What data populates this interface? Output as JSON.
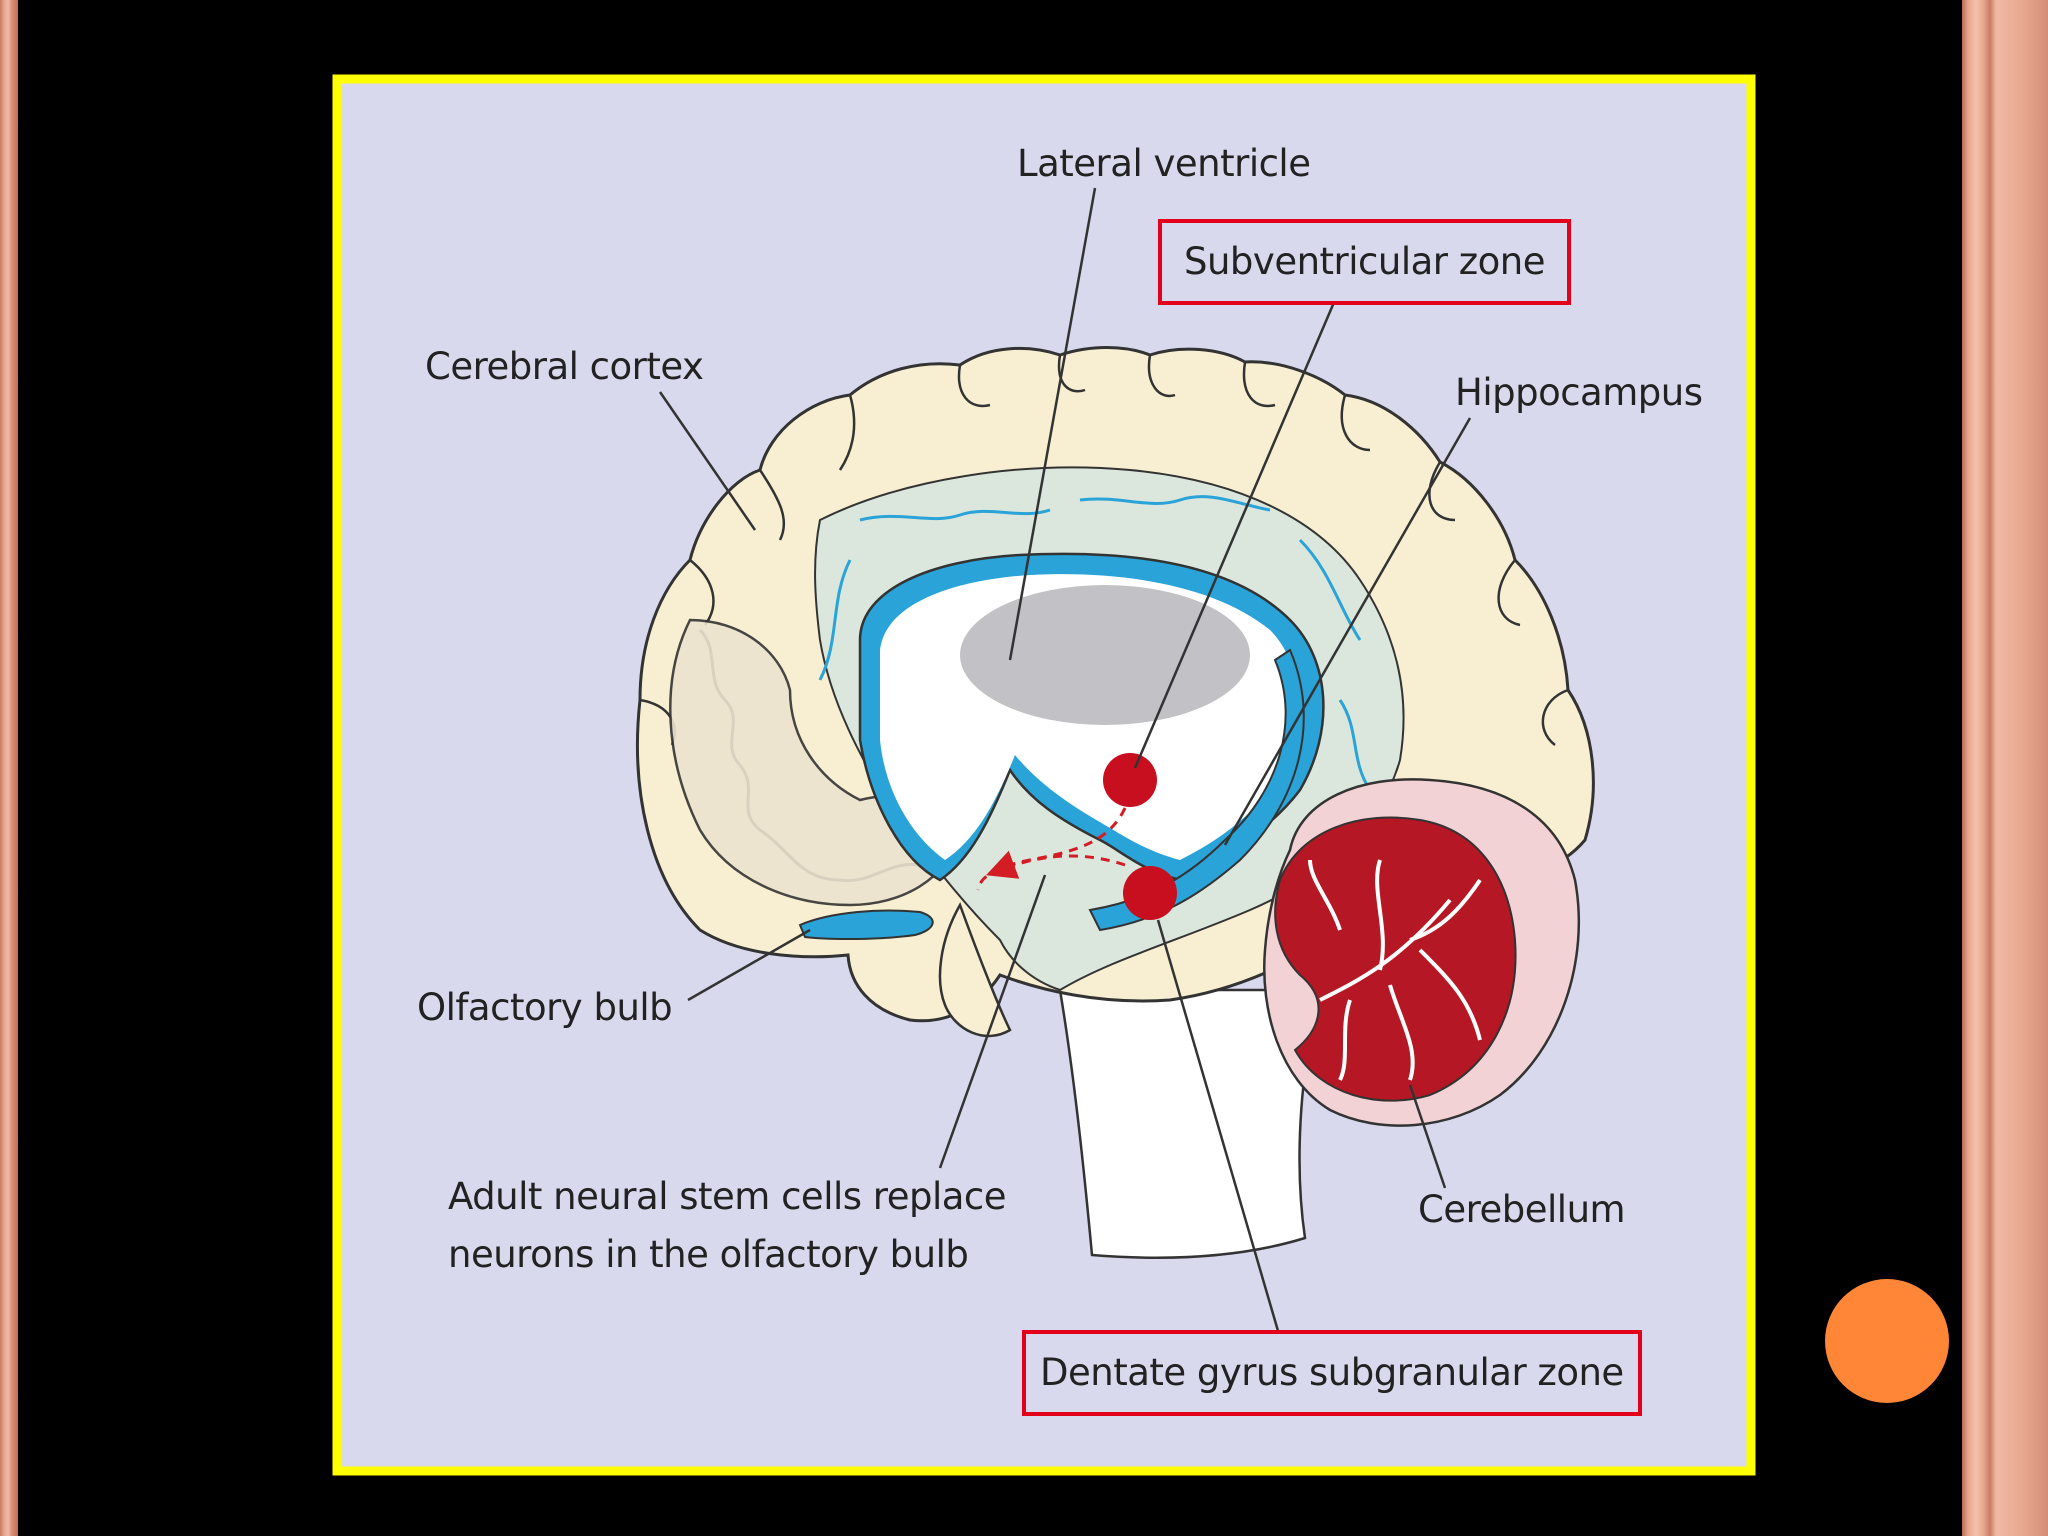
{
  "colors": {
    "background": "#000000",
    "frame_border": "#ffff00",
    "diagram_bg": "#d9d9ee",
    "cortex": "#f8efd2",
    "white_matter": "#dbe7dc",
    "ventricle_blue": "#2aa3d8",
    "ventricle_gray": "#c2c2c6",
    "neurogenic_zone_red": "#c70f1f",
    "cerebellum_red": "#b51724",
    "highlight_box": "#e3001b",
    "side_stripe": "#e7a48c",
    "orange_dot": "#ff8636"
  },
  "labels": {
    "lateral_ventricle": "Lateral ventricle",
    "subventricular_zone": "Subventricular zone",
    "cerebral_cortex": "Cerebral cortex",
    "hippocampus": "Hippocampus",
    "olfactory_bulb": "Olfactory bulb",
    "stem_cells_line1": "Adult neural stem cells replace",
    "stem_cells_line2": "neurons in the olfactory bulb",
    "cerebellum": "Cerebellum",
    "dentate_gyrus": "Dentate gyrus subgranular zone"
  }
}
